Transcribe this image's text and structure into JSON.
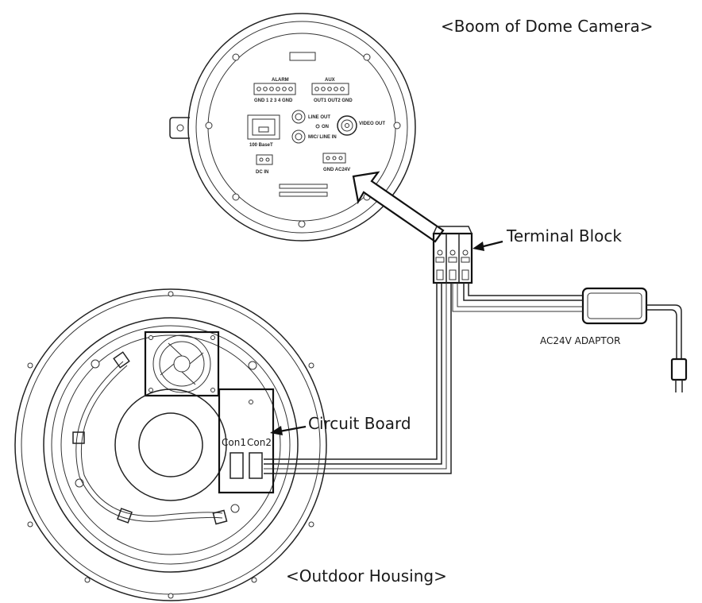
{
  "labels": {
    "boom_title": "<Boom of Dome Camera>",
    "terminal_block": "Terminal Block",
    "adaptor": "AC24V ADAPTOR",
    "circuit_board": "Circuit Board",
    "con1": "Con1",
    "con2": "Con2",
    "housing_title": "<Outdoor Housing>"
  },
  "panel": {
    "alarm": "ALARM",
    "aux": "AUX",
    "alarm_pins": "GND 1 2 3 4 GND",
    "aux_pins": "OUT1 OUT2 GND",
    "line_out": "LINE OUT",
    "mic_line_in": "MIC/ LINE IN",
    "on": "ON",
    "video_out": "VIDEO OUT",
    "lan": "100 BaseT",
    "dc_in": "DC IN",
    "ac_in": "GND AC24V"
  }
}
